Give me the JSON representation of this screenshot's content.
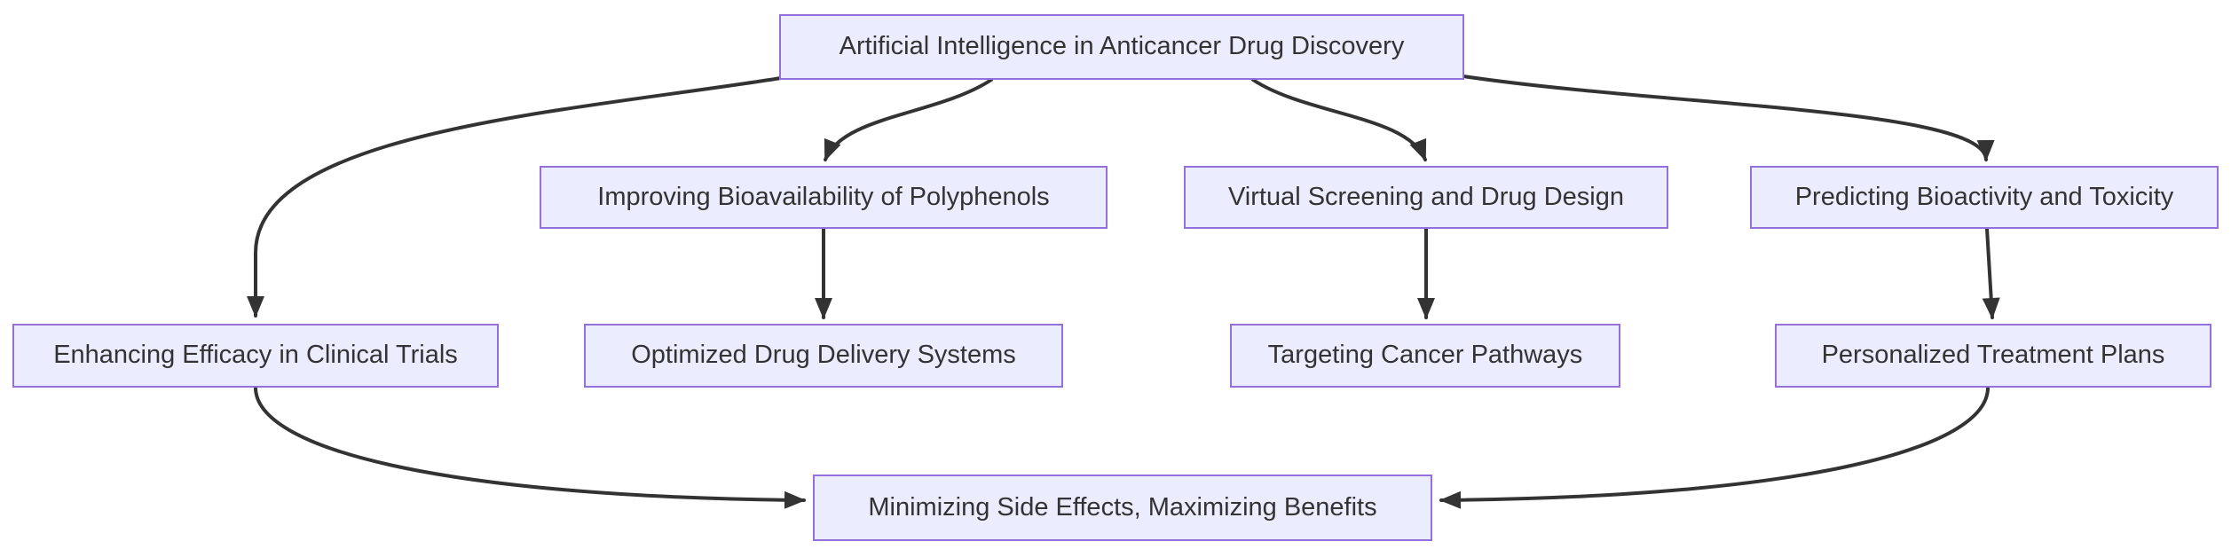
{
  "diagram": {
    "type": "flowchart",
    "direction": "top-down",
    "background": "#ffffff",
    "colors": {
      "node_fill": "#ECECFF",
      "node_border": "#9370DB",
      "edge": "#333333",
      "text": "#333333"
    },
    "nodes": {
      "root": {
        "label": "Artificial Intelligence in Anticancer Drug Discovery"
      },
      "efficacy": {
        "label": "Enhancing Efficacy in Clinical Trials"
      },
      "bioavailability": {
        "label": "Improving Bioavailability of Polyphenols"
      },
      "screening": {
        "label": "Virtual Screening and Drug Design"
      },
      "predicting": {
        "label": "Predicting Bioactivity and Toxicity"
      },
      "delivery": {
        "label": "Optimized Drug Delivery Systems"
      },
      "pathways": {
        "label": "Targeting Cancer Pathways"
      },
      "personalized": {
        "label": "Personalized Treatment Plans"
      },
      "outcome": {
        "label": "Minimizing Side Effects, Maximizing Benefits"
      }
    },
    "edges": [
      {
        "from": "root",
        "to": "efficacy"
      },
      {
        "from": "root",
        "to": "bioavailability"
      },
      {
        "from": "root",
        "to": "screening"
      },
      {
        "from": "root",
        "to": "predicting"
      },
      {
        "from": "bioavailability",
        "to": "delivery"
      },
      {
        "from": "screening",
        "to": "pathways"
      },
      {
        "from": "predicting",
        "to": "personalized"
      },
      {
        "from": "efficacy",
        "to": "outcome"
      },
      {
        "from": "personalized",
        "to": "outcome"
      }
    ]
  }
}
